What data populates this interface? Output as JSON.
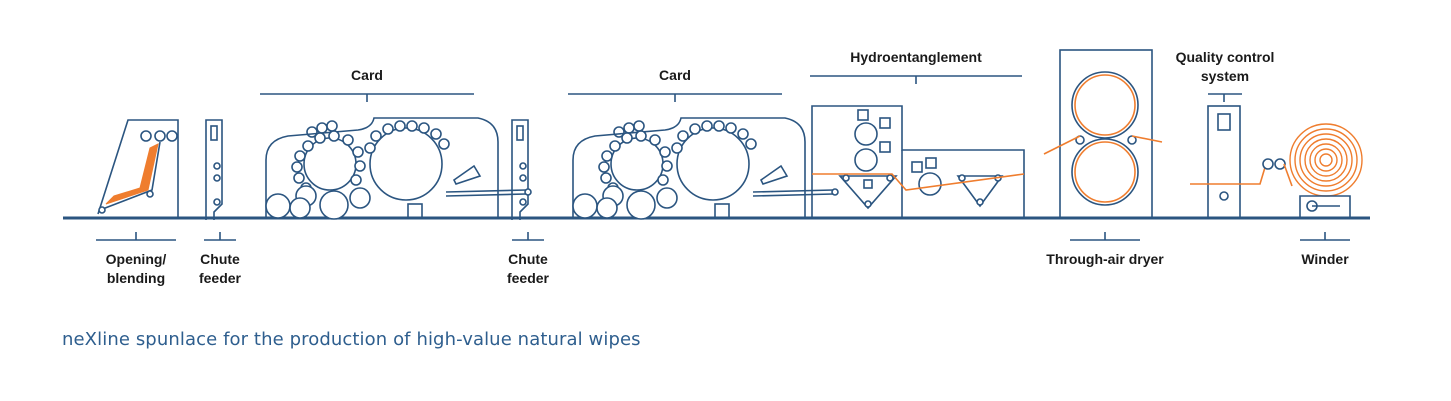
{
  "colors": {
    "line": "#2b5580",
    "accent": "#ef7d2e",
    "text": "#1a1a1a",
    "caption": "#2e5e8e"
  },
  "labels": {
    "card_1": "Card",
    "card_2": "Card",
    "hydroentanglement": "Hydroentanglement",
    "quality_control_line1": "Quality control",
    "quality_control_line2": "system",
    "opening_line1": "Opening/",
    "opening_line2": "blending",
    "chute_1_line1": "Chute",
    "chute_1_line2": "feeder",
    "chute_2_line1": "Chute",
    "chute_2_line2": "feeder",
    "dryer": "Through-air dryer",
    "winder": "Winder"
  },
  "caption": "neXline spunlace for the production of high-value natural wipes"
}
